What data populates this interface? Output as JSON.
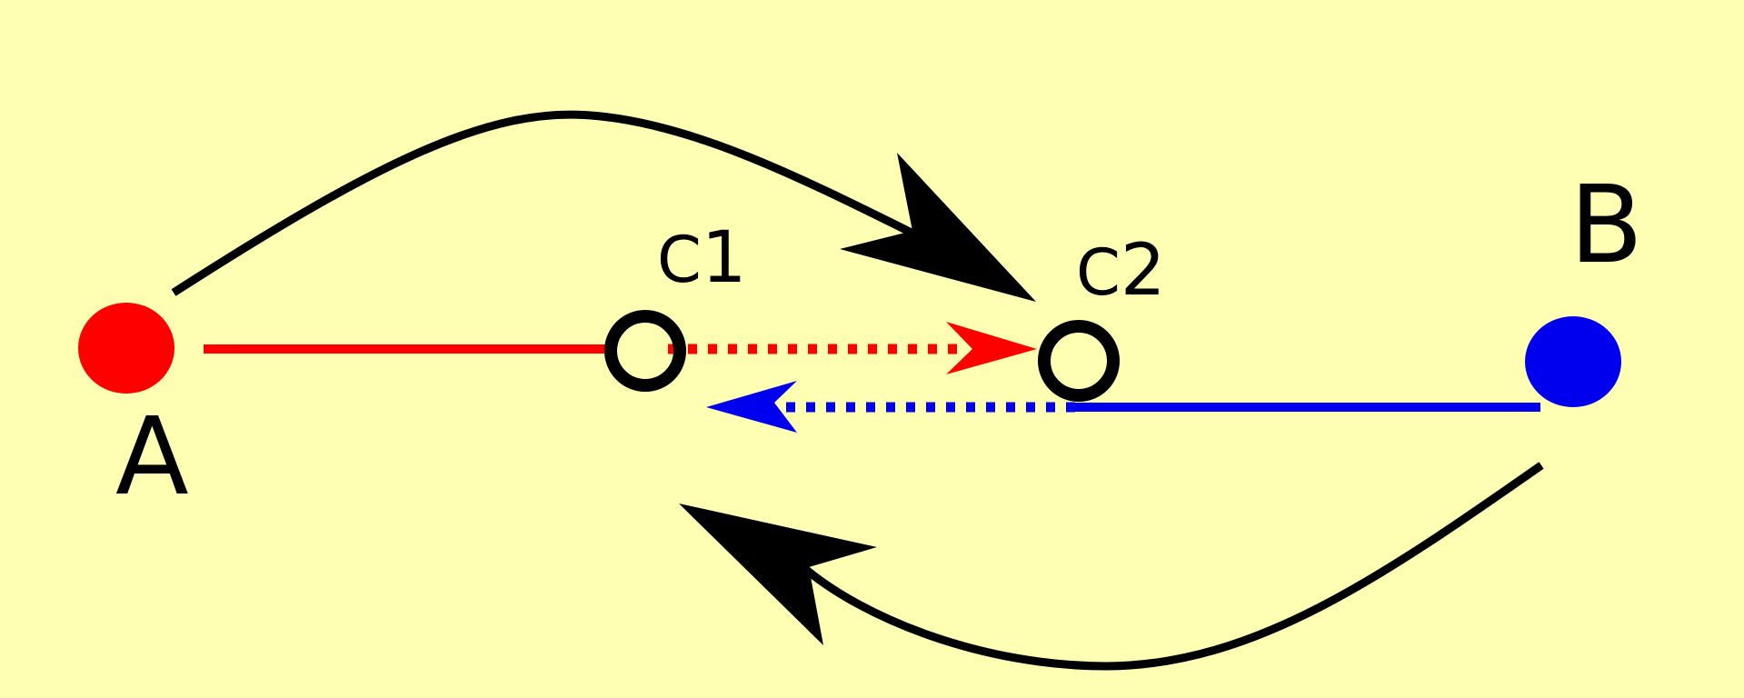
{
  "colors": {
    "background": "#ffffb3",
    "node_a": "#ff0000",
    "node_b": "#0000ee",
    "red_link": "#ff0000",
    "blue_link": "#0000ee",
    "ink": "#000000"
  },
  "nodes": {
    "a": {
      "label": "A"
    },
    "b": {
      "label": "B"
    },
    "c1": {
      "label": "C",
      "subscript": "1"
    },
    "c2": {
      "label": "C",
      "subscript": "2"
    }
  },
  "edges": [
    {
      "from": "A",
      "to": "C1",
      "style": "solid",
      "color": "red"
    },
    {
      "from": "C1",
      "to": "C2",
      "style": "dotted",
      "color": "red",
      "arrow": true
    },
    {
      "from": "C2",
      "to": "C1",
      "style": "dotted",
      "color": "blue",
      "arrow": true
    },
    {
      "from": "C2",
      "to": "B",
      "style": "solid",
      "color": "blue"
    },
    {
      "from": "A",
      "to": "C2",
      "style": "curved",
      "color": "black",
      "arrow": true
    },
    {
      "from": "B",
      "to": "C1",
      "style": "curved",
      "color": "black",
      "arrow": true
    }
  ]
}
